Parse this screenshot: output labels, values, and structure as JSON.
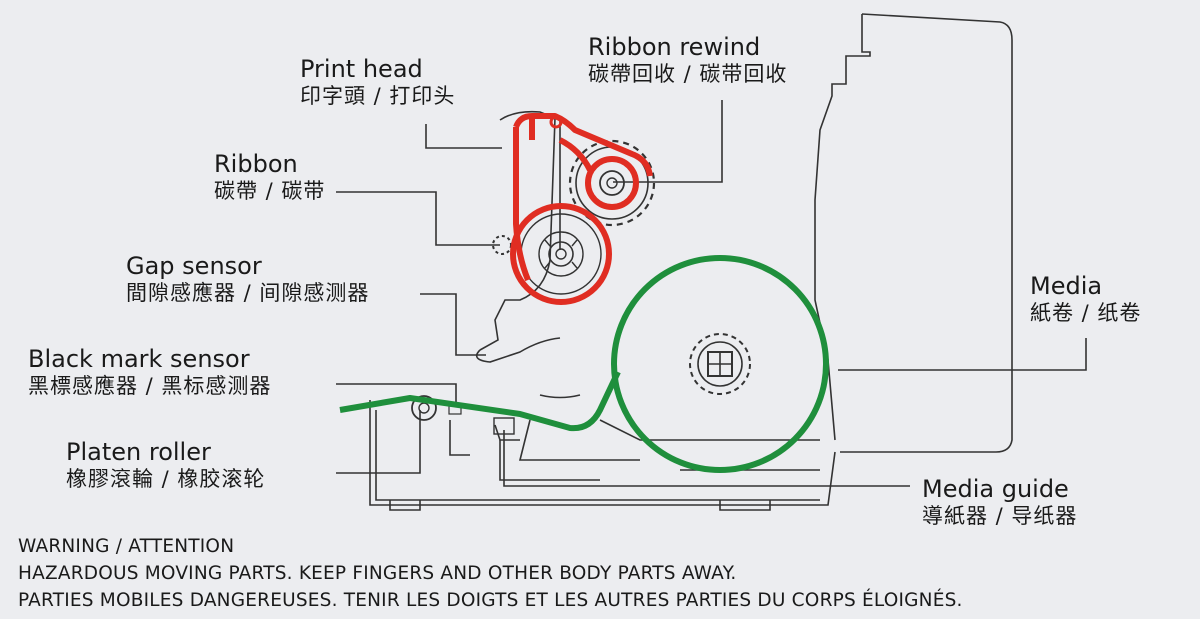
{
  "labels": {
    "print_head": {
      "en": "Print head",
      "zh": "印字頭 / 打印头"
    },
    "ribbon_rewind": {
      "en": "Ribbon rewind",
      "zh": "碳帶回收 / 碳带回收"
    },
    "ribbon": {
      "en": "Ribbon",
      "zh": "碳帶 / 碳带"
    },
    "gap_sensor": {
      "en": "Gap sensor",
      "zh": "間隙感應器 / 间隙感测器"
    },
    "black_mark_sensor": {
      "en": "Black mark sensor",
      "zh": "黑標感應器 / 黑标感测器"
    },
    "platen_roller": {
      "en": "Platen roller",
      "zh": "橡膠滾輪 / 橡胶滚轮"
    },
    "media": {
      "en": "Media",
      "zh": "紙卷 / 纸卷"
    },
    "media_guide": {
      "en": "Media guide",
      "zh": "導紙器 / 导纸器"
    }
  },
  "warning": {
    "title": "WARNING / ATTENTION",
    "line_en": "HAZARDOUS MOVING PARTS. KEEP FINGERS AND OTHER BODY PARTS AWAY.",
    "line_fr": "PARTIES MOBILES DANGEREUSES. TENIR LES DOIGTS ET LES AUTRES PARTIES DU CORPS ÉLOIGNÉS."
  },
  "colors": {
    "ribbon_path": "#e02d22",
    "media_path": "#1f8f3c",
    "outline": "#333333",
    "background": "#ecedf0"
  }
}
